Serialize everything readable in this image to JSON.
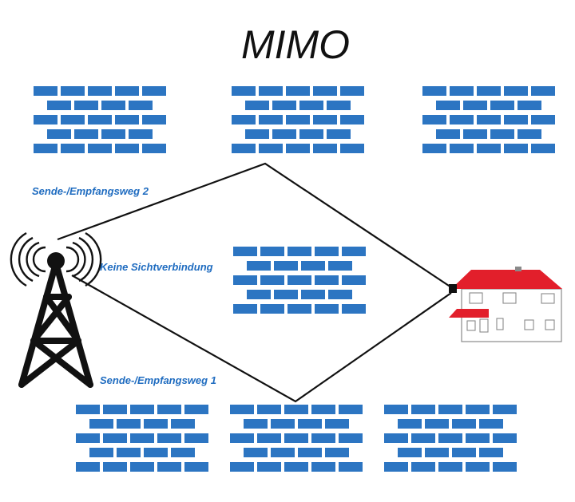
{
  "title": "MIMO",
  "labels": {
    "path2": "Sende-/Empfangsweg 2",
    "no_los": "Keine Sichtverbindung",
    "path1": "Sende-/Empfangsweg 1"
  },
  "colors": {
    "brick": "#2c75c2",
    "label": "#1f6cc0",
    "line": "#111111",
    "roof": "#e21f2b",
    "house_outline": "#8a8a8a",
    "background": "#ffffff"
  },
  "icons": {
    "tower": "radio-tower-icon",
    "house": "house-icon",
    "wall": "brick-wall-icon"
  }
}
